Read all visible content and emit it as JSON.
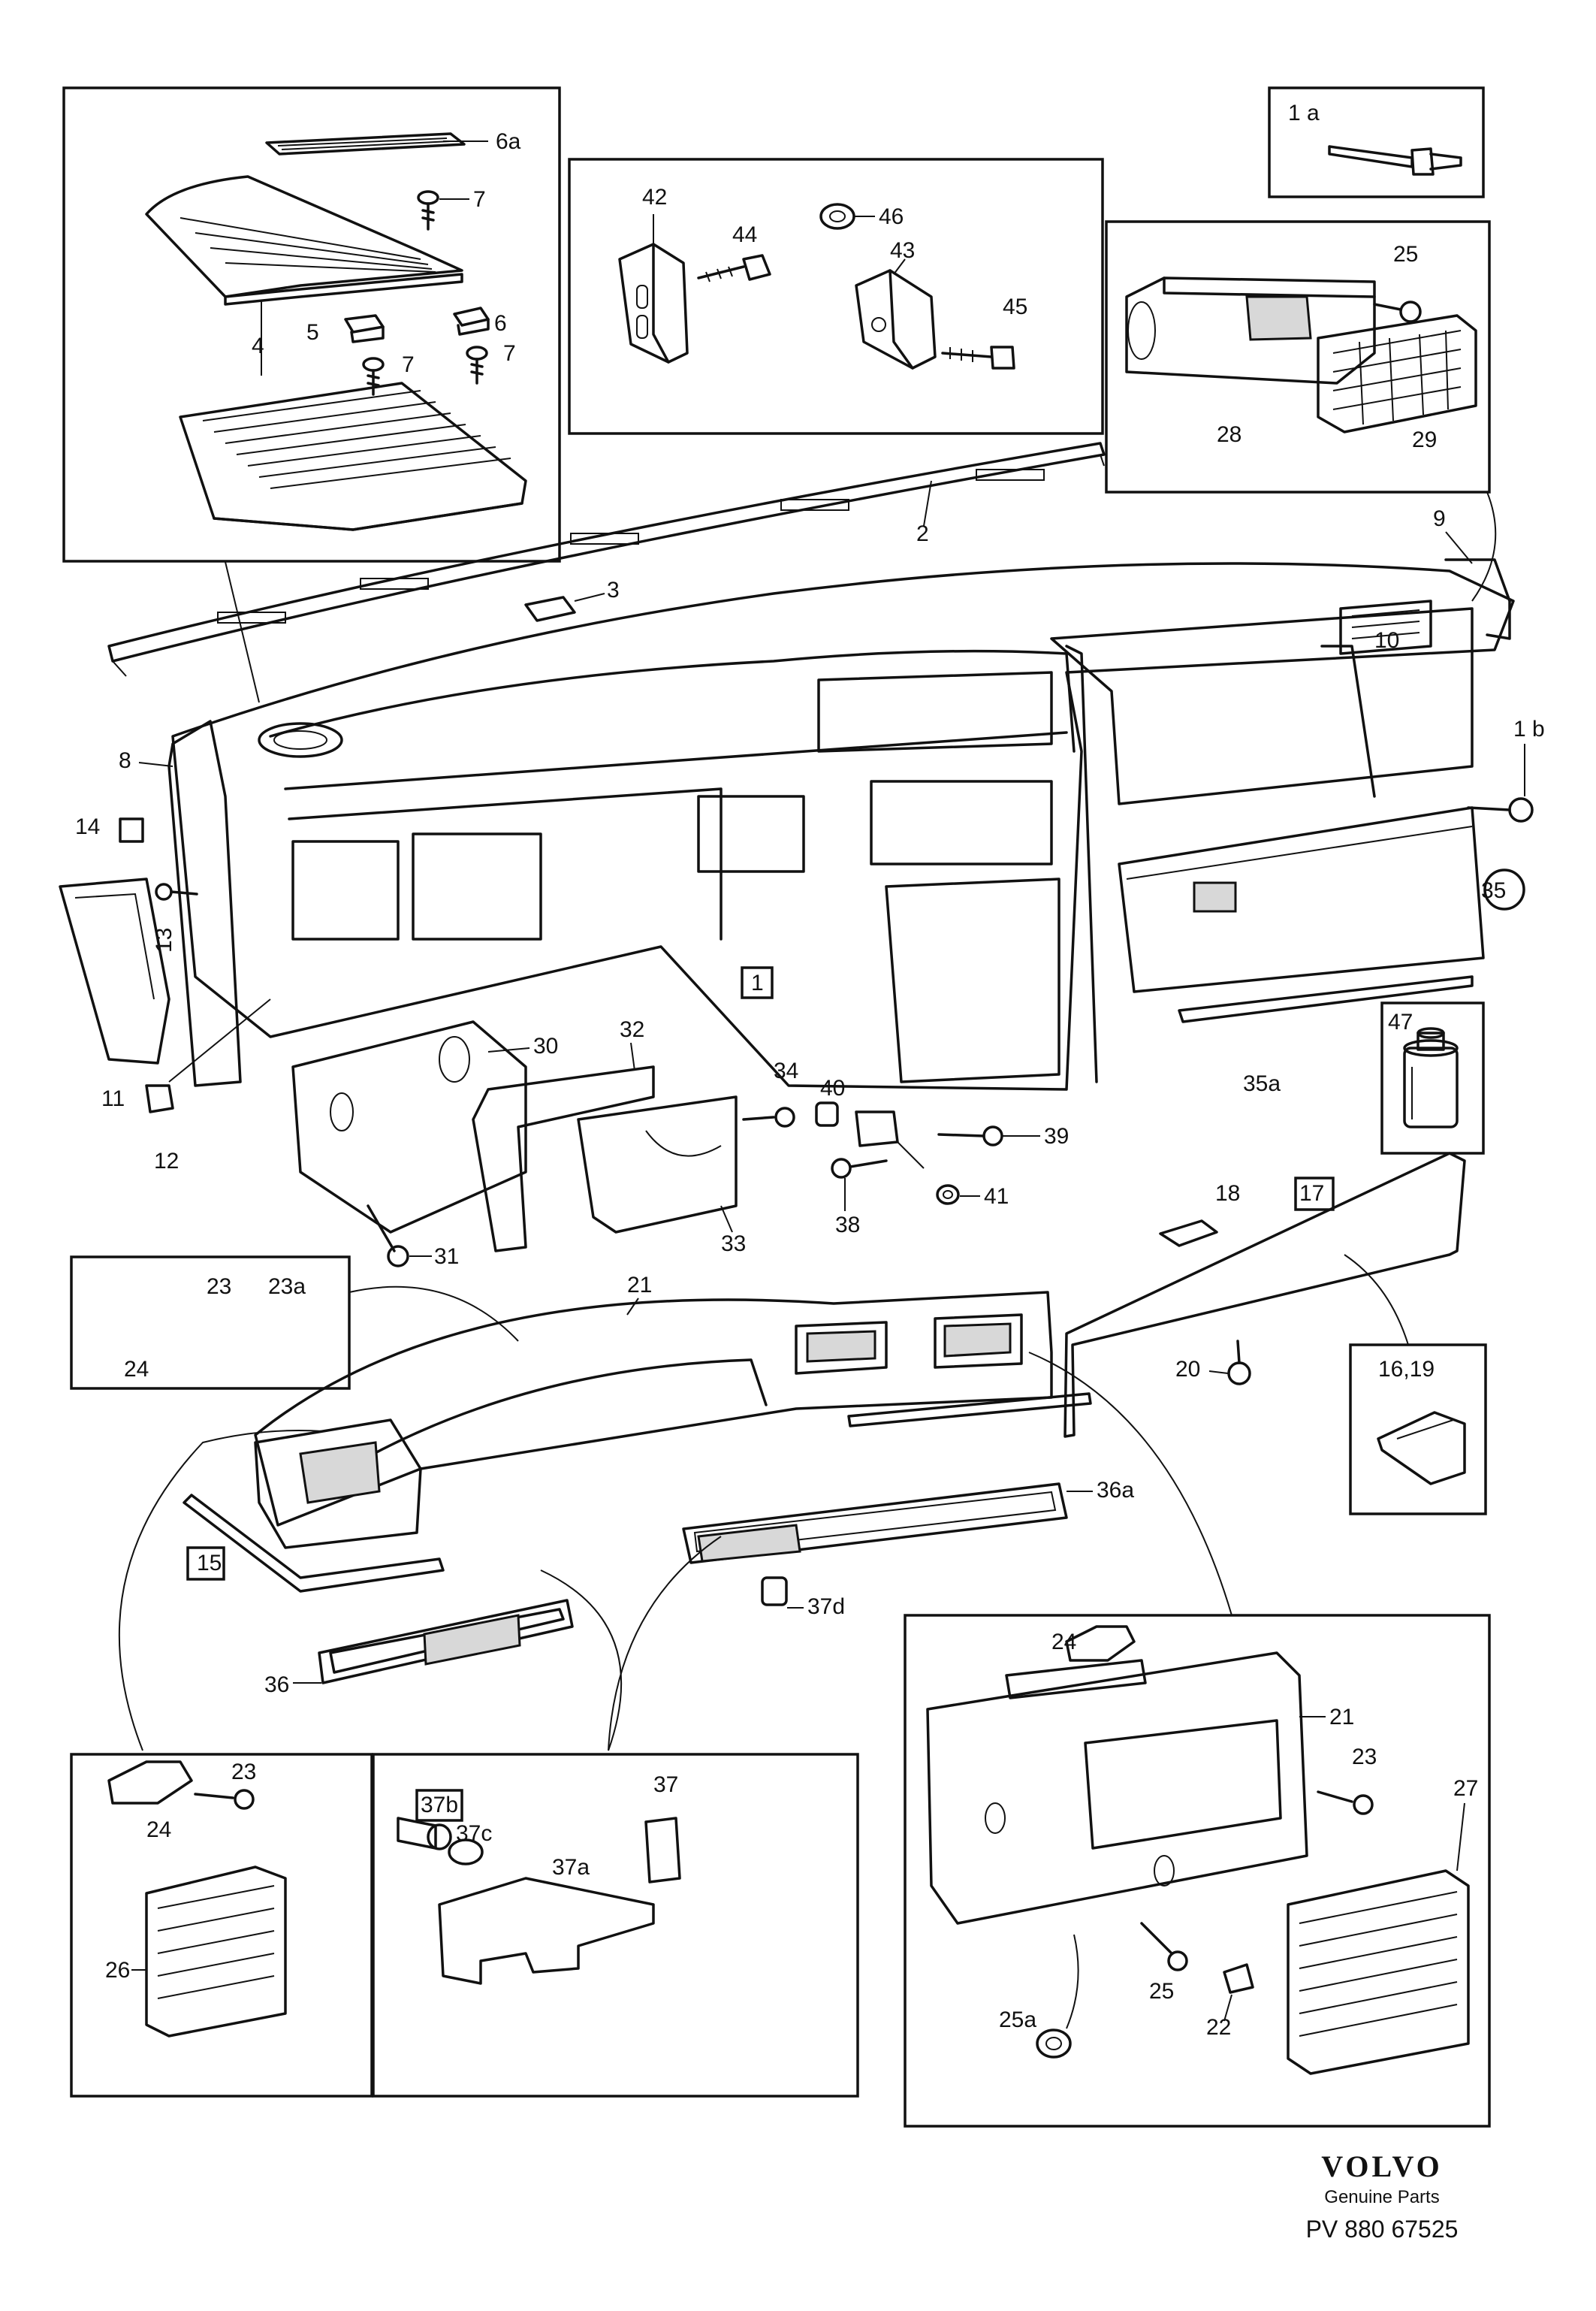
{
  "labels": {
    "p1a": "1 a",
    "p1b": "1 b",
    "p1": "1",
    "p2": "2",
    "p3": "3",
    "p4": "4",
    "p5": "5",
    "p6": "6",
    "p6a": "6a",
    "p7a": "7",
    "p7b": "7",
    "p7c": "7",
    "p8": "8",
    "p9": "9",
    "p10": "10",
    "p11": "11",
    "p12": "12",
    "p13": "13",
    "p14": "14",
    "p15": "15",
    "p16_19": "16,19",
    "p17": "17",
    "p18": "18",
    "p20": "20",
    "p21a": "21",
    "p21b": "21",
    "p22": "22",
    "p23a": "23",
    "p23b": "23",
    "p23c": "23",
    "p23a_clip": "23a",
    "p24a": "24",
    "p24b": "24",
    "p24c": "24",
    "p25a": "25",
    "p25b": "25",
    "p25a_nut": "25a",
    "p26": "26",
    "p27": "27",
    "p28": "28",
    "p29": "29",
    "p30": "30",
    "p31": "31",
    "p32": "32",
    "p33": "33",
    "p34": "34",
    "p35": "35",
    "p35a": "35a",
    "p36": "36",
    "p36a": "36a",
    "p37": "37",
    "p37a": "37a",
    "p37b": "37b",
    "p37c": "37c",
    "p37d": "37d",
    "p38": "38",
    "p39": "39",
    "p40": "40",
    "p41": "41",
    "p42": "42",
    "p43": "43",
    "p44": "44",
    "p45": "45",
    "p46": "46",
    "p47": "47"
  },
  "footer": {
    "brand": "VOLVO",
    "subtitle": "Genuine Parts",
    "doc_code": "PV 880 67525"
  }
}
